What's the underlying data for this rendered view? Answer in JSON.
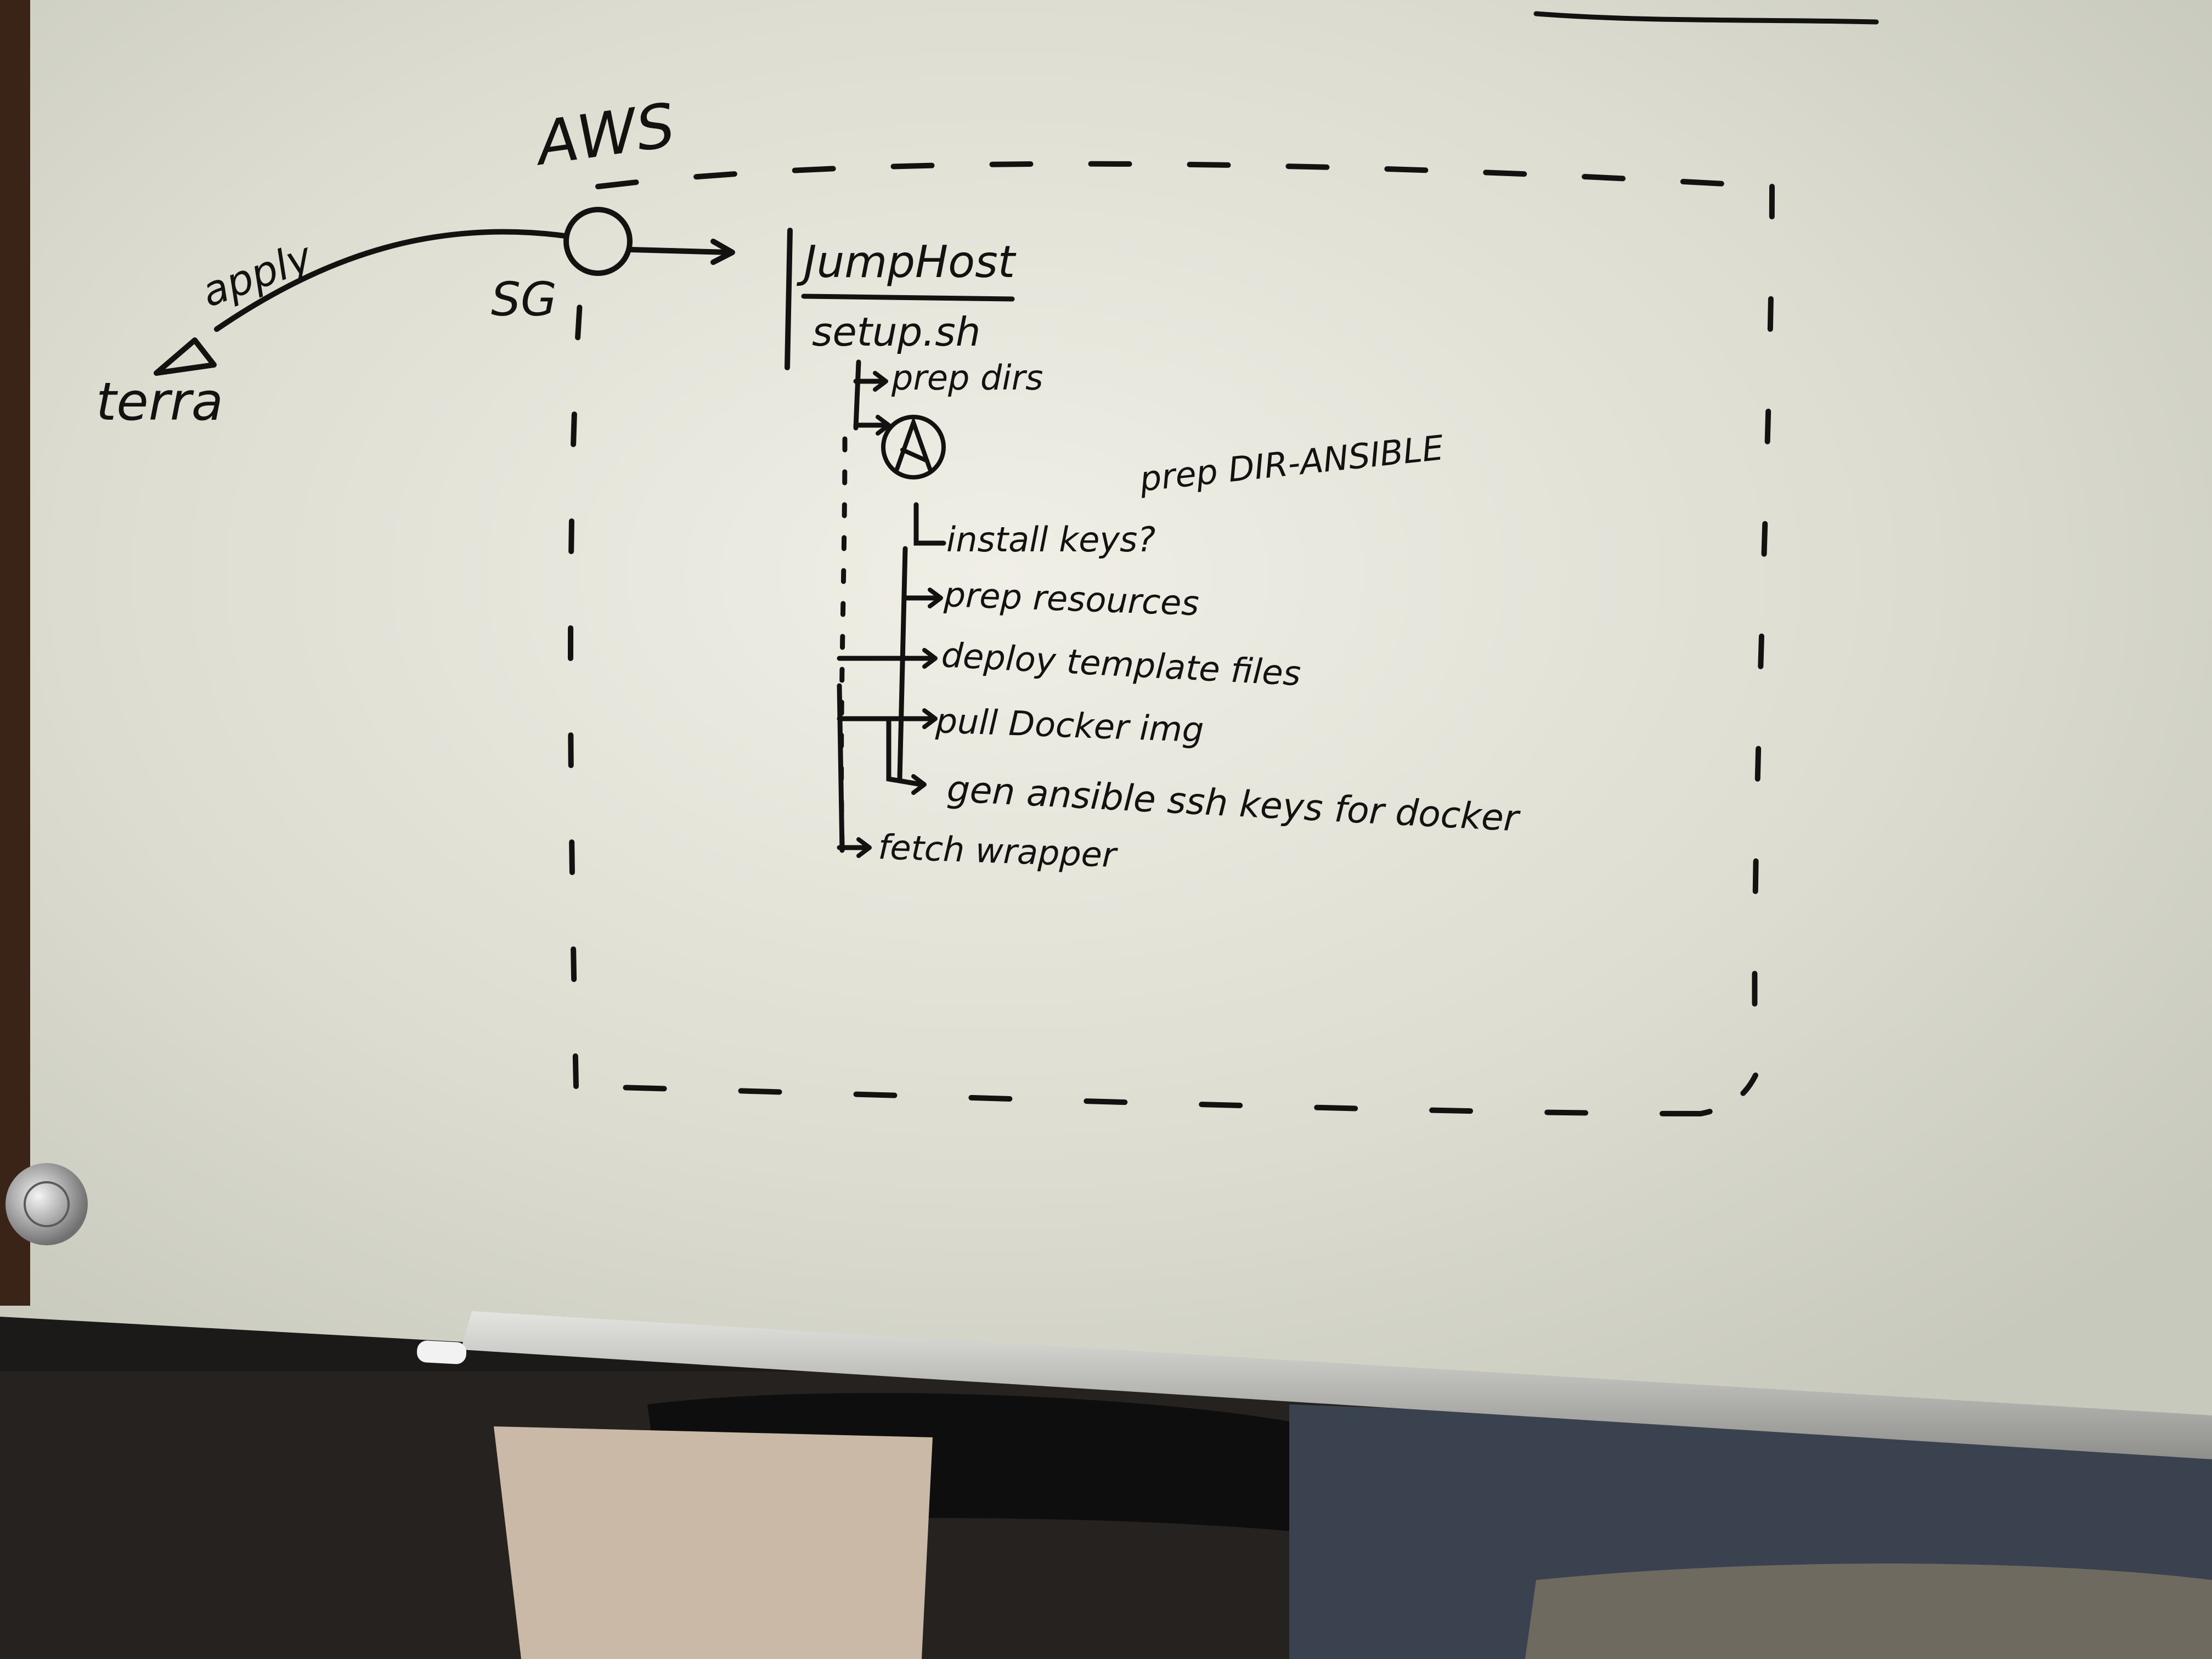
{
  "diagram": {
    "cloud_label": "AWS",
    "local": {
      "label": "terra",
      "action_label": "apply"
    },
    "security_group_label": "SG",
    "host": {
      "title": "JumpHost",
      "script": "setup.sh"
    },
    "steps": [
      {
        "label": "prep dirs"
      },
      {
        "label": "prep DIR-ANSIBLE"
      },
      {
        "label": "install keys?"
      },
      {
        "label": "prep resources"
      },
      {
        "label": "deploy template files"
      },
      {
        "label": "pull Docker img"
      },
      {
        "label": "gen ansible ssh keys for docker"
      },
      {
        "label": "fetch wrapper"
      }
    ]
  },
  "colors": {
    "whiteboard": "#dedfd3",
    "marker": "#141210",
    "tray": "#b4b4b0",
    "background": "#1c1a18"
  }
}
